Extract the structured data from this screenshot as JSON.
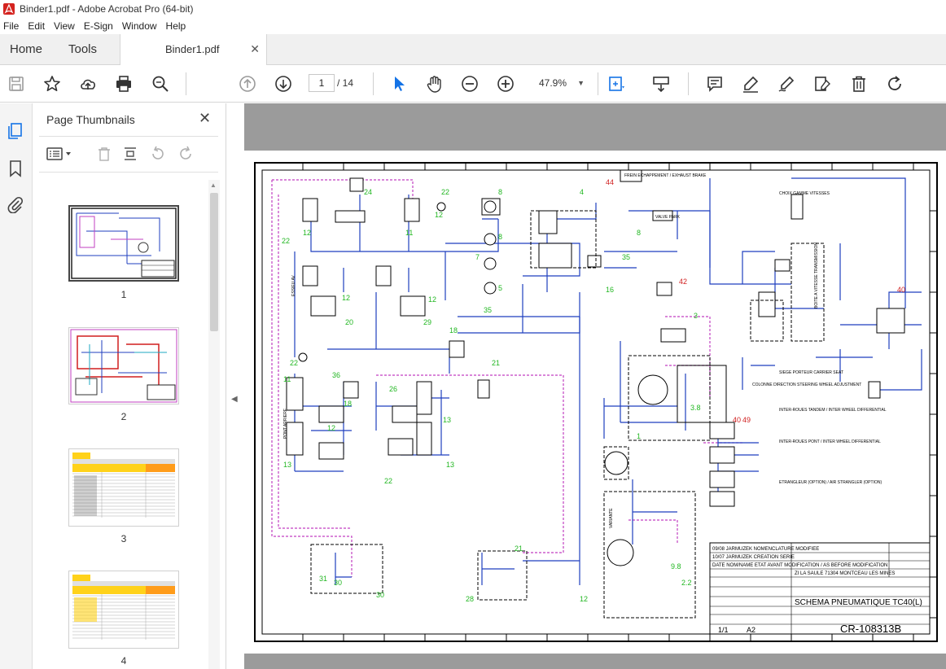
{
  "window": {
    "title": "Binder1.pdf - Adobe Acrobat Pro (64-bit)"
  },
  "menu": [
    "File",
    "Edit",
    "View",
    "E-Sign",
    "Window",
    "Help"
  ],
  "tabs": {
    "home": "Home",
    "tools": "Tools",
    "document": "Binder1.pdf"
  },
  "toolbar": {
    "current_page": "1",
    "total_pages": "/  14",
    "zoom": "47.9%"
  },
  "thumbnails": {
    "title": "Page Thumbnails",
    "pages": [
      "1",
      "2",
      "3",
      "4"
    ]
  },
  "drawing": {
    "title": "SCHEMA PNEUMATIQUE TC40(L)",
    "number": "CR-108313B",
    "company_address": "ZI LA SAULE 71304 MONTCEAU LES MINES",
    "row1": "09/08 JARMUZEK NOMENCLATURE MODIFIEE",
    "row2": "10/07 JARMUZEK CREATION SERIE",
    "row3": "DATE NOM/NAME ETAT AVANT MODIFICATION / AS BEFORE MODIFICATION",
    "scale": "1/1",
    "format": "A2",
    "labels": [
      "FREIN ECHAPPEMENT / EXHAUST BRAKE",
      "VALVE PARK",
      "BOITE A VITESSE TRANSMISSION",
      "SIEGE PORTEUR CARRIER SEAT",
      "COLONNE DIRECTION STEERING WHEEL ADJUSTMENT",
      "INTER-ROUES TANDEM / INTER WHEEL DIFFERENTIAL",
      "INTER-ROUES PONT / INTER WHEEL DIFFERENTIAL",
      "ETRANGLEUR (OPTION) / AIR STRANGLER (OPTION)",
      "VARIANTE",
      "PONT ARRIERE",
      "ESSIEU AV",
      "CHOIX GAMME VITESSES"
    ]
  },
  "colors": {
    "accent": "#1473e6",
    "wire": "#1f3fbf",
    "pilot": "#c23fc2",
    "callout": "#22b722",
    "ref": "#d01f1f"
  }
}
